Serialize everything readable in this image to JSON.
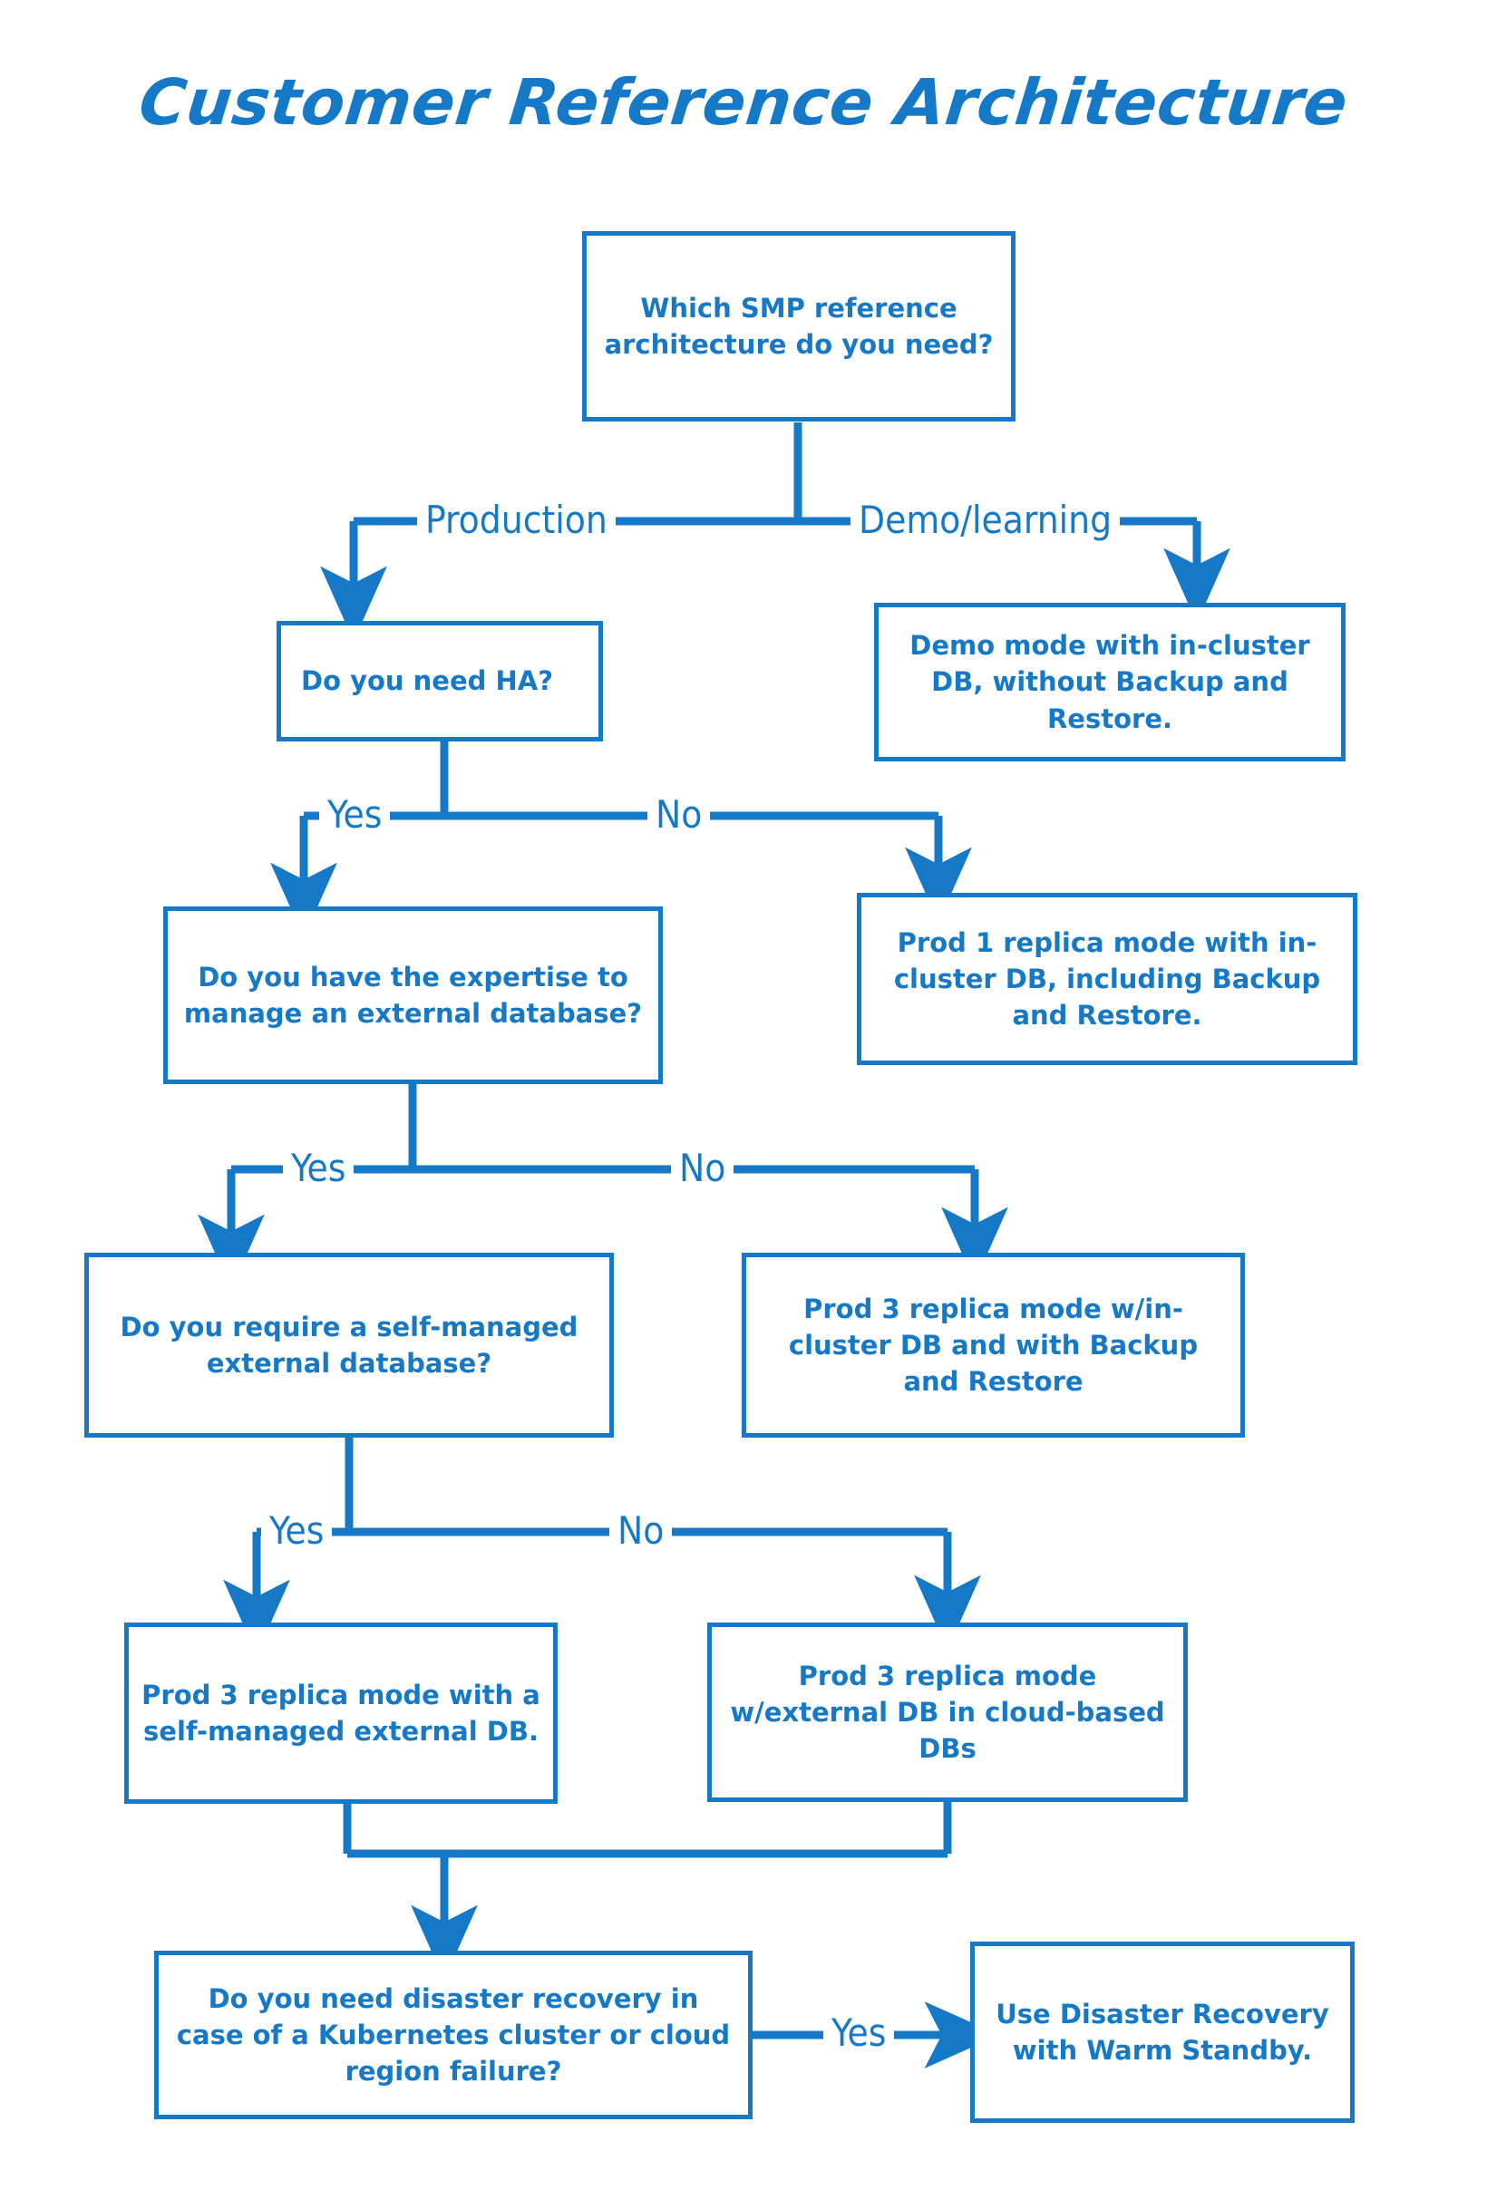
{
  "page": {
    "title": "Customer Reference Architecture",
    "background_color": "#ffffff",
    "accent_color": "#1579C8"
  },
  "nodes": {
    "root_question": "Which SMP reference architecture do you need?",
    "demo_result": "Demo mode with in-cluster DB, without Backup and Restore.",
    "ha_question": "Do you need HA?",
    "prod1_result": "Prod 1 replica mode with in-cluster DB, including Backup and Restore.",
    "expertise_question": "Do you have the expertise to manage an external database?",
    "prod3_incluster_result": "Prod 3 replica mode w/in-cluster DB and with Backup and Restore",
    "selfmanaged_question": "Do you require a self-managed external database?",
    "prod3_selfmanaged_result": "Prod 3 replica mode with a self-managed external DB.",
    "prod3_cloud_result": "Prod 3 replica mode w/external DB in cloud-based DBs",
    "dr_question": "Do you need disaster recovery in case of a Kubernetes cluster or cloud region failure?",
    "dr_result": "Use Disaster Recovery with Warm Standby."
  },
  "edge_labels": {
    "production": "Production",
    "demo_learning": "Demo/learning",
    "ha_yes": "Yes",
    "ha_no": "No",
    "expertise_yes": "Yes",
    "expertise_no": "No",
    "selfmanaged_yes": "Yes",
    "selfmanaged_no": "No",
    "dr_yes": "Yes"
  },
  "chart_data": {
    "type": "diagram",
    "diagram_kind": "decision-flowchart",
    "title": "Customer Reference Architecture",
    "nodes": [
      {
        "id": "root",
        "kind": "decision",
        "text": "Which SMP reference architecture do you need?"
      },
      {
        "id": "demo",
        "kind": "terminal",
        "text": "Demo mode with in-cluster DB, without Backup and Restore."
      },
      {
        "id": "ha",
        "kind": "decision",
        "text": "Do you need HA?"
      },
      {
        "id": "prod1",
        "kind": "terminal",
        "text": "Prod 1 replica mode with in-cluster DB, including Backup and Restore."
      },
      {
        "id": "expertise",
        "kind": "decision",
        "text": "Do you have the expertise to manage an external database?"
      },
      {
        "id": "prod3_incluster",
        "kind": "terminal",
        "text": "Prod 3 replica mode w/in-cluster DB and with Backup and Restore"
      },
      {
        "id": "selfmanaged",
        "kind": "decision",
        "text": "Do you require a self-managed external database?"
      },
      {
        "id": "prod3_self",
        "kind": "terminal",
        "text": "Prod 3 replica mode with a self-managed external DB."
      },
      {
        "id": "prod3_cloud",
        "kind": "terminal",
        "text": "Prod 3 replica mode w/external DB in cloud-based DBs"
      },
      {
        "id": "dr",
        "kind": "decision",
        "text": "Do you need disaster recovery in case of a Kubernetes cluster or cloud region failure?"
      },
      {
        "id": "dr_warm",
        "kind": "terminal",
        "text": "Use Disaster Recovery with Warm Standby."
      }
    ],
    "edges": [
      {
        "from": "root",
        "to": "ha",
        "label": "Production"
      },
      {
        "from": "root",
        "to": "demo",
        "label": "Demo/learning"
      },
      {
        "from": "ha",
        "to": "expertise",
        "label": "Yes"
      },
      {
        "from": "ha",
        "to": "prod1",
        "label": "No"
      },
      {
        "from": "expertise",
        "to": "selfmanaged",
        "label": "Yes"
      },
      {
        "from": "expertise",
        "to": "prod3_incluster",
        "label": "No"
      },
      {
        "from": "selfmanaged",
        "to": "prod3_self",
        "label": "Yes"
      },
      {
        "from": "selfmanaged",
        "to": "prod3_cloud",
        "label": "No"
      },
      {
        "from": "prod3_self",
        "to": "dr",
        "label": ""
      },
      {
        "from": "prod3_cloud",
        "to": "dr",
        "label": ""
      },
      {
        "from": "dr",
        "to": "dr_warm",
        "label": "Yes"
      }
    ]
  }
}
